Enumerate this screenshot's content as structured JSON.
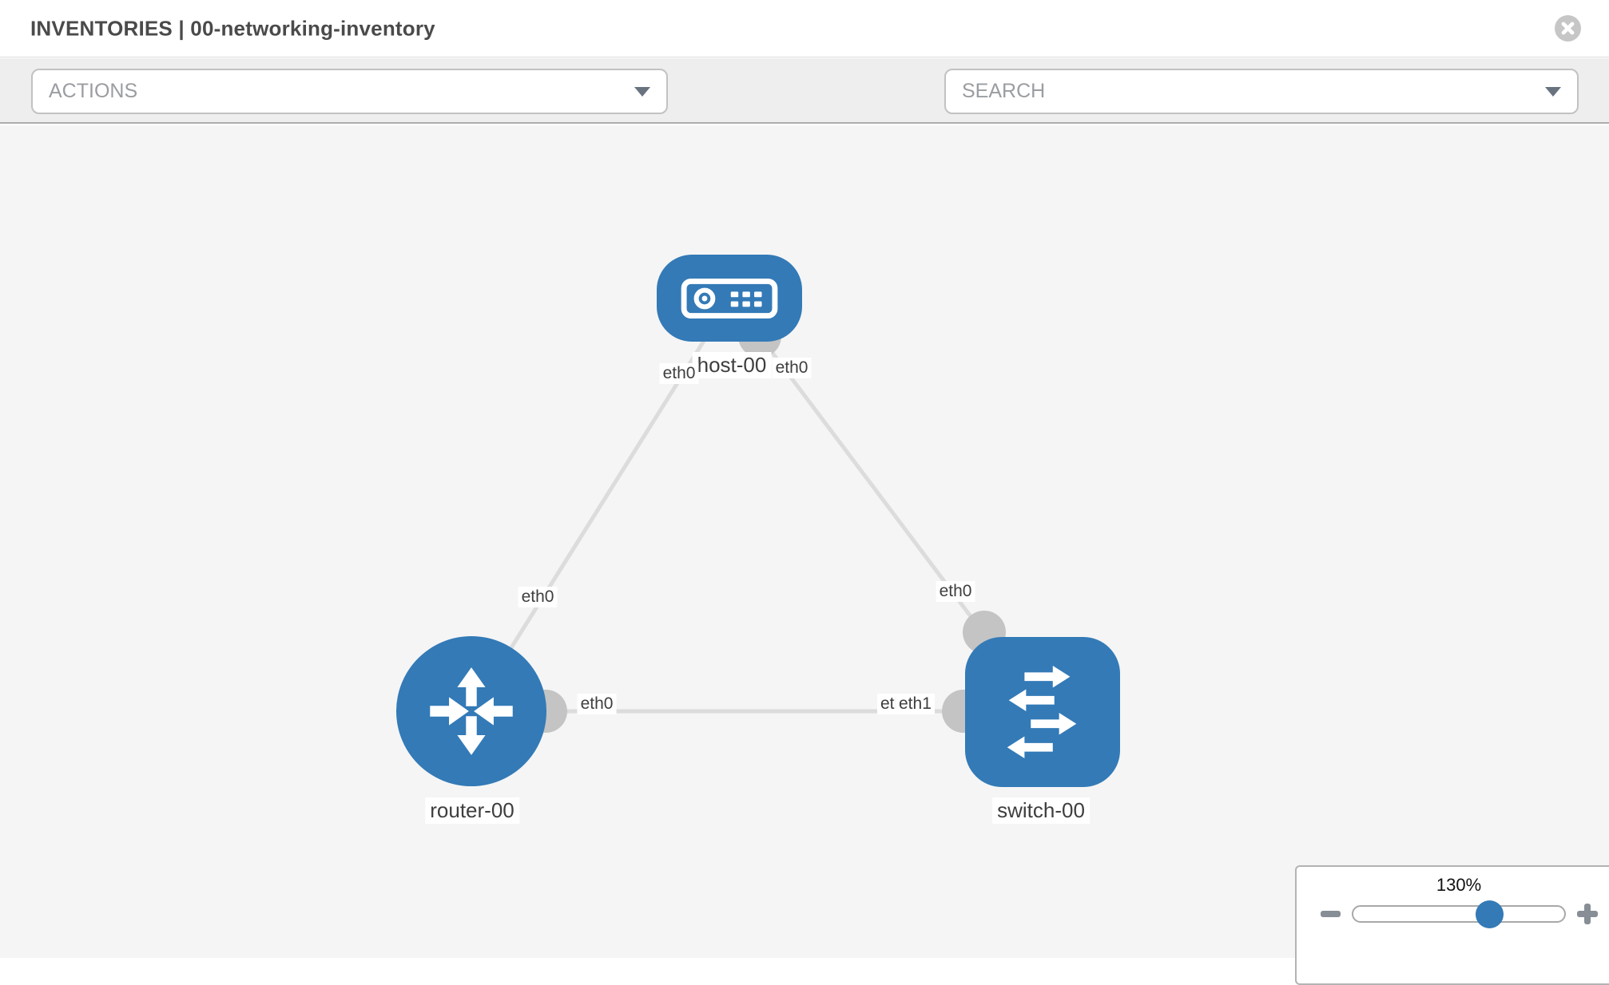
{
  "header": {
    "title": "INVENTORIES | 00-networking-inventory"
  },
  "toolbar": {
    "actions_label": "ACTIONS",
    "search_placeholder": "SEARCH"
  },
  "topology": {
    "nodes": [
      {
        "id": "host-00",
        "type": "host",
        "label": "host-00"
      },
      {
        "id": "router-00",
        "type": "router",
        "label": "router-00"
      },
      {
        "id": "switch-00",
        "type": "switch",
        "label": "switch-00"
      }
    ],
    "links": [
      {
        "from": "host-00",
        "from_if": "eth0",
        "to": "router-00",
        "to_if": "eth0"
      },
      {
        "from": "host-00",
        "from_if": "eth0",
        "to": "switch-00",
        "to_if": "eth0"
      },
      {
        "from": "router-00",
        "from_if": "eth0",
        "to": "switch-00",
        "to_if": "eth1",
        "to_if_overlapped": "eth0"
      }
    ]
  },
  "zoom": {
    "value": "130%"
  },
  "colors": {
    "node_blue": "#337ab7",
    "link_gray": "#dcdcdc",
    "connector_gray": "#c4c4c4",
    "toolbar_gray": "#eeeeee",
    "canvas_gray": "#f5f5f5"
  },
  "icons": {
    "close": "close-icon",
    "wrench": "wrench-icon",
    "key": "key-icon",
    "dropdown": "chevron-down-icon",
    "zoom_out": "minus-icon",
    "zoom_in": "plus-icon"
  }
}
